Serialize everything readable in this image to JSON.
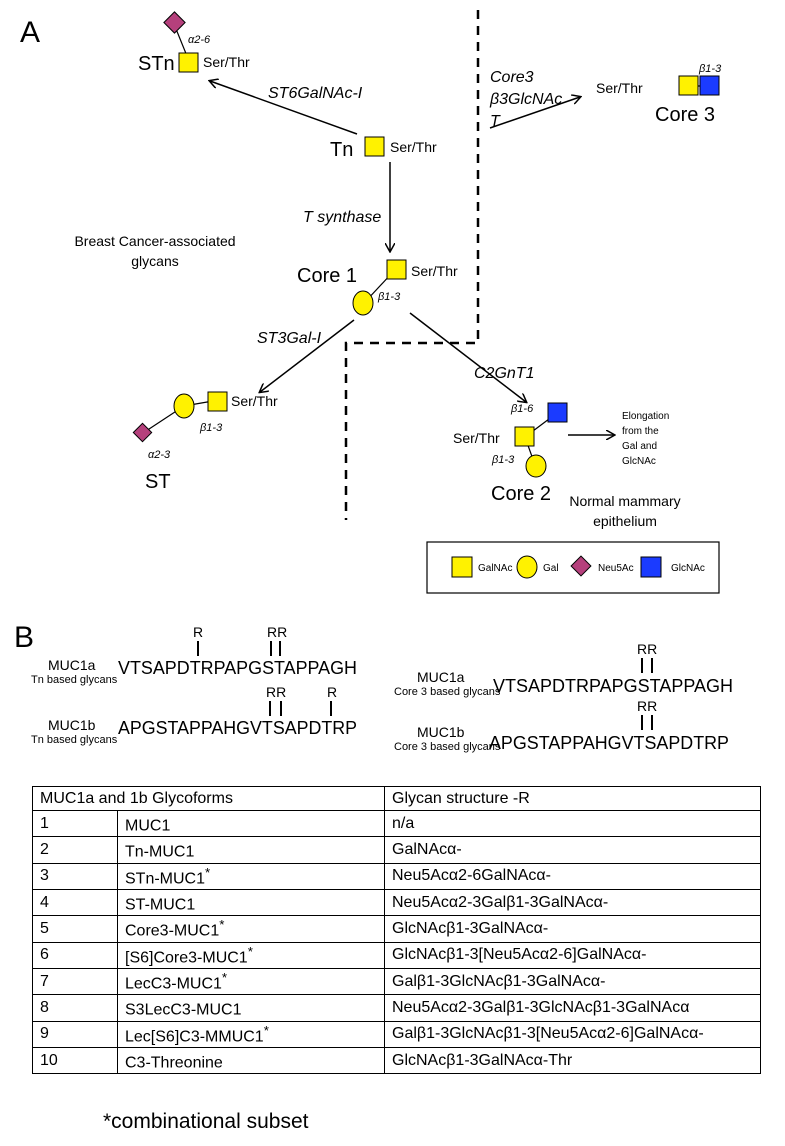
{
  "panel_a": {
    "label": "A",
    "tn": {
      "label": "Tn",
      "site": "Ser/Thr"
    },
    "stn": {
      "label": "STn",
      "site": "Ser/Thr",
      "linkage": "α2-6"
    },
    "core1": {
      "label": "Core 1",
      "site": "Ser/Thr",
      "linkage": "β1-3"
    },
    "core3": {
      "label": "Core 3",
      "site": "Ser/Thr",
      "linkage": "β1-3"
    },
    "core2": {
      "label": "Core 2",
      "site": "Ser/Thr",
      "linkage_top": "β1-6",
      "linkage_bottom": "β1-3"
    },
    "st": {
      "label": "ST",
      "site": "Ser/Thr",
      "linkage_gal": "β1-3",
      "linkage_neu": "α2-3"
    },
    "enzymes": {
      "st6galnac": "ST6GalNAc-I",
      "core3_line1": "Core3",
      "core3_line2": "β3GlcNAc",
      "core3_line3": "T",
      "tsynthase": "T synthase",
      "st3gal": "ST3Gal-I",
      "c2gnt1": "C2GnT1"
    },
    "notes": {
      "breast_line1": "Breast Cancer-associated",
      "breast_line2": "glycans",
      "normal_line1": "Normal mammary",
      "normal_line2": "epithelium",
      "elong_line1": "Elongation",
      "elong_line2": "from the",
      "elong_line3": "Gal and",
      "elong_line4": "GlcNAc"
    },
    "legend": {
      "galnac": "GalNAc",
      "gal": "Gal",
      "neu5ac": "Neu5Ac",
      "glcnac": "GlcNAc"
    },
    "colors": {
      "galnac": "#FFF200",
      "gal": "#FFF200",
      "neu5ac": "#B5407C",
      "glcnac": "#1B3BFF"
    }
  },
  "panel_b": {
    "label": "B",
    "seqs": {
      "muc1a_tn": {
        "name": "MUC1a",
        "sub": "Tn based glycans",
        "seq": "VTSAPDTRPAPGSTAPPAGH",
        "r": [
          "R",
          "RR"
        ]
      },
      "muc1b_tn": {
        "name": "MUC1b",
        "sub": "Tn based glycans",
        "seq": "APGSTAPPAHGVTSAPDTRP",
        "r": [
          "RR",
          "R"
        ]
      },
      "muc1a_c3": {
        "name": "MUC1a",
        "sub": "Core 3 based glycans",
        "seq": "VTSAPDTRPAPGSTAPPAGH",
        "r": [
          "RR"
        ]
      },
      "muc1b_c3": {
        "name": "MUC1b",
        "sub": "Core 3 based glycans",
        "seq": "APGSTAPPAHGVTSAPDTRP",
        "r": [
          "RR"
        ]
      }
    },
    "table": {
      "header_left": "MUC1a and 1b Glycoforms",
      "header_right": "Glycan structure -R",
      "rows": [
        {
          "num": "1",
          "name": "MUC1",
          "star": "",
          "glycan": "n/a"
        },
        {
          "num": "2",
          "name": "Tn-MUC1",
          "star": "",
          "glycan": "GalNAcα-"
        },
        {
          "num": "3",
          "name": "STn-MUC1",
          "star": "*",
          "glycan": "Neu5Acα2-6GalNAcα-"
        },
        {
          "num": "4",
          "name": "ST-MUC1",
          "star": "",
          "glycan": "Neu5Acα2-3Galβ1-3GalNAcα-"
        },
        {
          "num": "5",
          "name": "Core3-MUC1",
          "star": "*",
          "glycan": "GlcNAcβ1-3GalNAcα-"
        },
        {
          "num": "6",
          "name": "[S6]Core3-MUC1",
          "star": "*",
          "glycan": "GlcNAcβ1-3[Neu5Acα2-6]GalNAcα-"
        },
        {
          "num": "7",
          "name": "LecC3-MUC1",
          "star": "*",
          "glycan": "Galβ1-3GlcNAcβ1-3GalNAcα-"
        },
        {
          "num": "8",
          "name": "S3LecC3-MUC1",
          "star": "",
          "glycan": "Neu5Acα2-3Galβ1-3GlcNAcβ1-3GalNAcα"
        },
        {
          "num": "9",
          "name": "Lec[S6]C3-MMUC1",
          "star": "*",
          "glycan": "Galβ1-3GlcNAcβ1-3[Neu5Acα2-6]GalNAcα-"
        },
        {
          "num": "10",
          "name": "C3-Threonine",
          "star": "",
          "glycan": "GlcNAcβ1-3GalNAcα-Thr"
        }
      ]
    },
    "footnote": "*combinational subset"
  }
}
